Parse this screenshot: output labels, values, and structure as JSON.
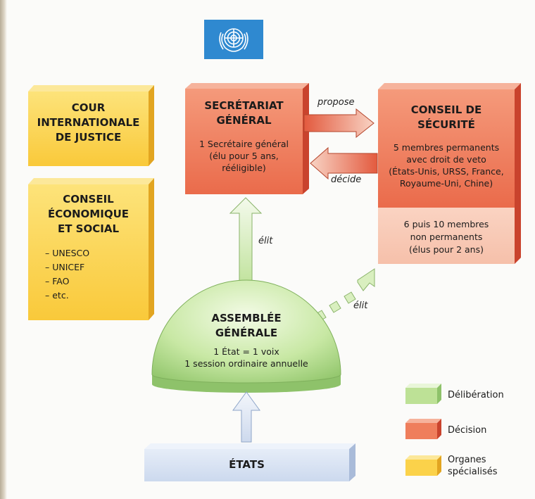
{
  "flag": {
    "colors": {
      "background": "#2f89d0",
      "emblem": "#ffffff"
    }
  },
  "cour": {
    "title": [
      "COUR",
      "INTERNATIONALE",
      "DE JUSTICE"
    ]
  },
  "conseil_eco": {
    "title": [
      "CONSEIL",
      "ÉCONOMIQUE",
      "ET SOCIAL"
    ],
    "items": [
      "– UNESCO",
      "– UNICEF",
      "– FAO",
      "– etc."
    ]
  },
  "secretariat": {
    "title": [
      "SECRÉTARIAT",
      "GÉNÉRAL"
    ],
    "details": [
      "1 Secrétaire général",
      "(élu pour 5 ans,",
      "rééligible)"
    ]
  },
  "conseil_securite": {
    "title": [
      "CONSEIL DE",
      "SÉCURITÉ"
    ],
    "permanent": [
      "5 membres permanents",
      "avec droit de veto",
      "(États-Unis, URSS, France,",
      "Royaume-Uni, Chine)"
    ],
    "non_permanent": [
      "6 puis 10 membres",
      "non permanents",
      "(élus pour 2 ans)"
    ]
  },
  "assemblee": {
    "title": [
      "ASSEMBLÉE",
      "GÉNÉRALE"
    ],
    "details": [
      "1 État = 1 voix",
      "1 session ordinaire annuelle"
    ]
  },
  "etats": {
    "title": "ÉTATS"
  },
  "arrows": {
    "propose": "propose",
    "decide": "décide",
    "elit_secretariat": "élit",
    "elit_conseil": "élit"
  },
  "legend": {
    "deliberation": "Délibération",
    "decision": "Décision",
    "organes": [
      "Organes",
      "spécialisés"
    ]
  },
  "colors": {
    "yellow_front": "#fbd24a",
    "yellow_top": "#fce89a",
    "yellow_side": "#e7ad25",
    "red_front": "#ef7e5c",
    "red_top": "#f6b39c",
    "red_side": "#c9432d",
    "pink_front": "#f7c6b2",
    "green": "#bde196",
    "green_dark": "#8ec26a",
    "blue_front": "#d7e2f3",
    "blue_top": "#eef3fb",
    "blue_side": "#a9bbd9"
  }
}
